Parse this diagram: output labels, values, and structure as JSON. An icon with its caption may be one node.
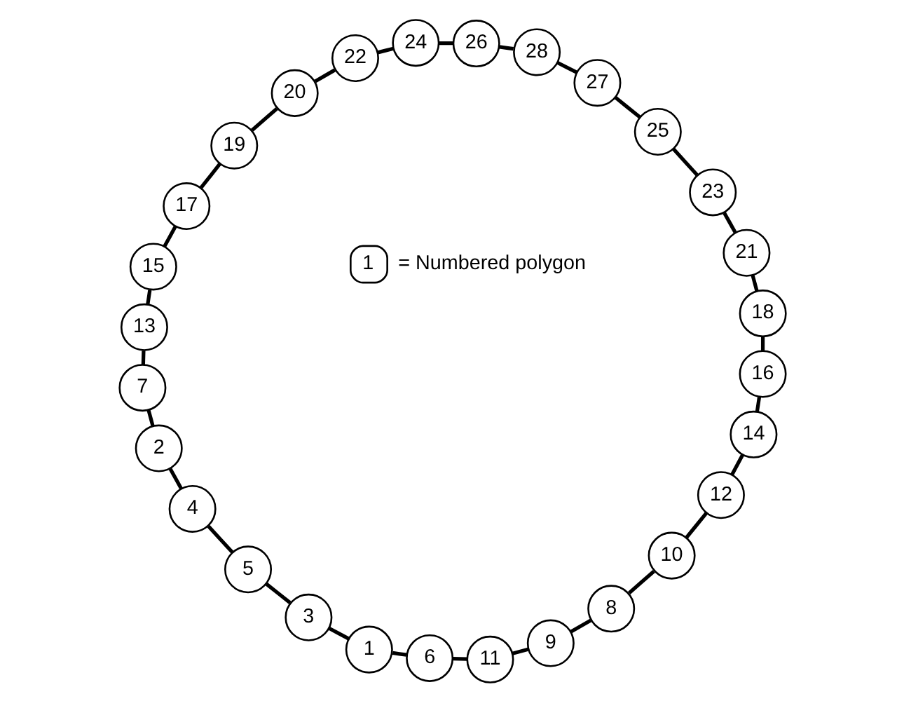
{
  "diagram": {
    "nodes": [
      {
        "text": [
          "1"
        ]
      },
      {
        "text": [
          "2"
        ]
      },
      {
        "text": [
          "3"
        ]
      },
      {
        "text": [
          "4"
        ]
      },
      {
        "text": [
          "5"
        ]
      },
      {
        "text": [
          "6"
        ]
      },
      {
        "text": [
          "7"
        ]
      },
      {
        "text": [
          "8"
        ]
      },
      {
        "text": [
          "9"
        ]
      },
      {
        "text": [
          "10"
        ]
      },
      {
        "text": [
          "11"
        ]
      },
      {
        "text": [
          "12"
        ]
      },
      {
        "text": [
          "13"
        ]
      },
      {
        "text": [
          "14"
        ]
      },
      {
        "text": [
          "15"
        ]
      },
      {
        "text": [
          "16"
        ]
      },
      {
        "text": [
          "17"
        ]
      },
      {
        "text": [
          "18"
        ]
      },
      {
        "text": [
          "19"
        ]
      },
      {
        "text": [
          "20"
        ]
      },
      {
        "text": [
          "21"
        ]
      },
      {
        "text": [
          "22"
        ]
      },
      {
        "text": [
          "23"
        ]
      },
      {
        "text": [
          "24"
        ]
      },
      {
        "text": [
          "25"
        ]
      },
      {
        "text": [
          "26"
        ]
      },
      {
        "text": [
          "27"
        ]
      },
      {
        "text": [
          "28"
        ]
      }
    ],
    "edges": [
      {
        "from": 5,
        "to": 0,
        "arrow": "none"
      },
      {
        "from": 0,
        "to": 2,
        "arrow": "none"
      },
      {
        "from": 2,
        "to": 4,
        "arrow": "none"
      },
      {
        "from": 4,
        "to": 3,
        "arrow": "none"
      },
      {
        "from": 3,
        "to": 1,
        "arrow": "none"
      },
      {
        "from": 1,
        "to": 6,
        "arrow": "none"
      },
      {
        "from": 6,
        "to": 12,
        "arrow": "none"
      },
      {
        "from": 12,
        "to": 14,
        "arrow": "none"
      },
      {
        "from": 14,
        "to": 16,
        "arrow": "none"
      },
      {
        "from": 16,
        "to": 18,
        "arrow": "none"
      },
      {
        "from": 18,
        "to": 19,
        "arrow": "none"
      },
      {
        "from": 19,
        "to": 21,
        "arrow": "none"
      },
      {
        "from": 21,
        "to": 23,
        "arrow": "none"
      },
      {
        "from": 23,
        "to": 25,
        "arrow": "none"
      },
      {
        "from": 25,
        "to": 27,
        "arrow": "none"
      },
      {
        "from": 27,
        "to": 26,
        "arrow": "none"
      },
      {
        "from": 26,
        "to": 24,
        "arrow": "none"
      },
      {
        "from": 24,
        "to": 22,
        "arrow": "none"
      },
      {
        "from": 22,
        "to": 20,
        "arrow": "none"
      },
      {
        "from": 20,
        "to": 17,
        "arrow": "none"
      },
      {
        "from": 17,
        "to": 15,
        "arrow": "none"
      },
      {
        "from": 15,
        "to": 13,
        "arrow": "none"
      },
      {
        "from": 13,
        "to": 11,
        "arrow": "none"
      },
      {
        "from": 11,
        "to": 9,
        "arrow": "none"
      },
      {
        "from": 9,
        "to": 7,
        "arrow": "none"
      },
      {
        "from": 7,
        "to": 8,
        "arrow": "none"
      },
      {
        "from": 8,
        "to": 10,
        "arrow": "none"
      },
      {
        "from": 10,
        "to": 5,
        "arrow": "none"
      }
    ],
    "labels": [
      "1"
    ],
    "legend": [
      {
        "text": "= Numbered polygon"
      }
    ]
  }
}
